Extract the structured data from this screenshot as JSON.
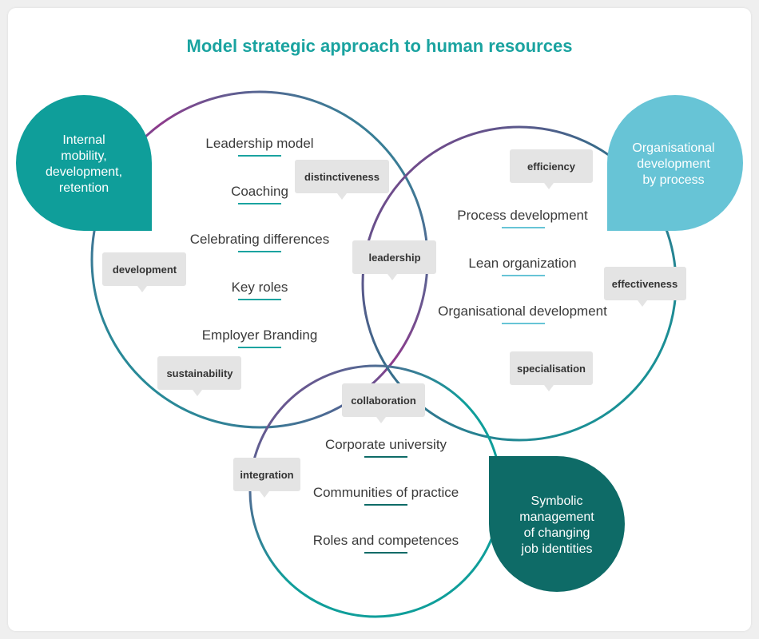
{
  "title": "Model strategic approach to human resources",
  "colors": {
    "title": "#1aa3a0",
    "teal": "#0f9e9a",
    "light_blue": "#67c4d6",
    "dark_teal": "#0e6b67",
    "purple": "#8e3a8c",
    "tag_bg": "#e4e4e4",
    "underline_teal": "#1aa3a0",
    "underline_blue": "#67c4d6",
    "underline_dark": "#0e6b67"
  },
  "bubbles": {
    "left": [
      "Internal",
      "mobility,",
      "development,",
      "retention"
    ],
    "right": [
      "Organisational",
      "development",
      "by process"
    ],
    "bottom": [
      "Symbolic",
      "management",
      "of changing",
      "job identities"
    ]
  },
  "left_items": [
    "Leadership model",
    "Coaching",
    "Celebrating differences",
    "Key roles",
    "Employer Branding"
  ],
  "right_items": [
    "Process development",
    "Lean organization",
    "Organisational development"
  ],
  "bottom_items": [
    "Corporate university",
    "Communities of practice",
    "Roles and competences"
  ],
  "tags": {
    "distinctiveness": "distinctiveness",
    "development": "development",
    "sustainability": "sustainability",
    "leadership": "leadership",
    "efficiency": "efficiency",
    "effectiveness": "effectiveness",
    "specialisation": "specialisation",
    "collaboration": "collaboration",
    "integration": "integration"
  }
}
